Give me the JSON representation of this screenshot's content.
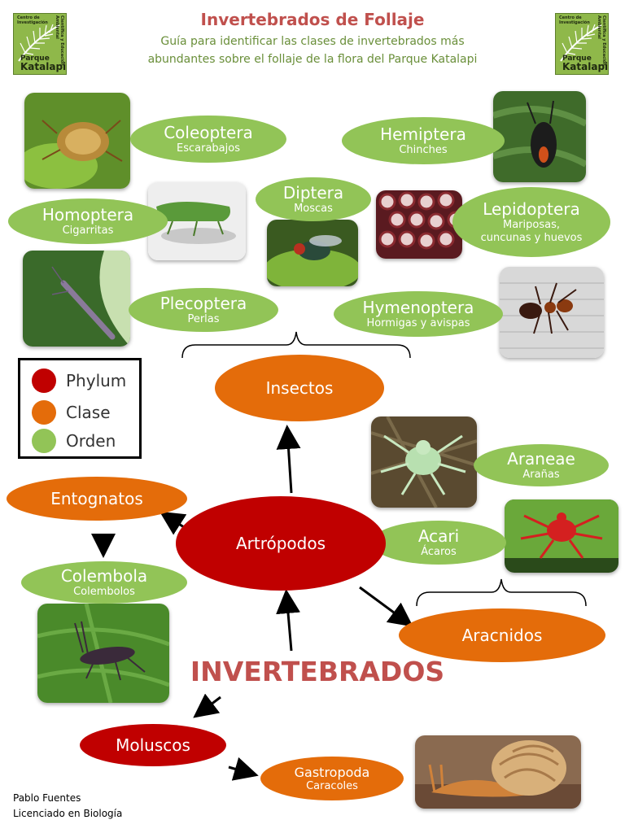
{
  "header": {
    "title": "Invertebrados de Follaje",
    "subtitle_line1": "Guía para identificar las clases de invertebrados más",
    "subtitle_line2": "abundantes sobre el follaje de la flora del Parque Katalapi"
  },
  "logo": {
    "top_text": "Centro de Investigación",
    "side_text": "Científica y Educación Ambiental",
    "name_line1": "Parque",
    "name_line2": "Katalapi"
  },
  "orders": {
    "coleoptera": {
      "name": "Coleoptera",
      "common": "Escarabajos"
    },
    "hemiptera": {
      "name": "Hemiptera",
      "common": "Chinches"
    },
    "homoptera": {
      "name": "Homoptera",
      "common": "Cigarritas"
    },
    "diptera": {
      "name": "Diptera",
      "common": "Moscas"
    },
    "lepidoptera": {
      "name": "Lepidoptera",
      "common_line1": "Mariposas,",
      "common_line2": "cuncunas y huevos"
    },
    "plecoptera": {
      "name": "Plecoptera",
      "common": "Perlas"
    },
    "hymenoptera": {
      "name": "Hymenoptera",
      "common": "Hormigas y avispas"
    },
    "araneae": {
      "name": "Araneae",
      "common": "Arañas"
    },
    "acari": {
      "name": "Acari",
      "common": "Ácaros"
    },
    "colembola": {
      "name": "Colembola",
      "common": "Colembolos"
    },
    "gastropoda": {
      "name": "Gastropoda",
      "common": "Caracoles"
    }
  },
  "classes": {
    "insectos": "Insectos",
    "entognatos": "Entognatos",
    "aracnidos": "Aracnidos"
  },
  "phyla": {
    "artropodos": "Artrópodos",
    "moluscos": "Moluscos"
  },
  "root": "INVERTEBRADOS",
  "legend": {
    "items": [
      {
        "label": "Phylum",
        "color": "#c00000"
      },
      {
        "label": "Clase",
        "color": "#e46c0a"
      },
      {
        "label": "Orden",
        "color": "#92c457"
      }
    ]
  },
  "colors": {
    "phylum": "#c00000",
    "clase": "#e46c0a",
    "orden": "#92c457",
    "title": "#c0504d",
    "subtitle": "#6a8f3a"
  },
  "author": {
    "name": "Pablo Fuentes",
    "degree": "Licenciado en Biología"
  }
}
